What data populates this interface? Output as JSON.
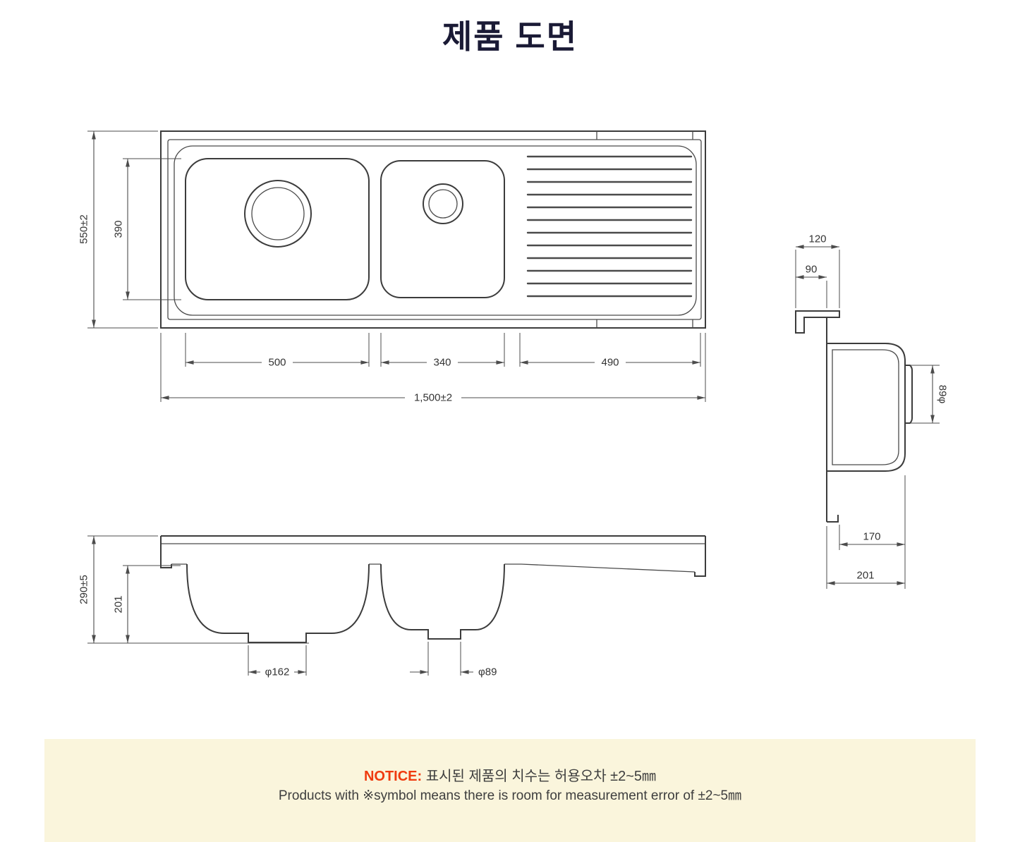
{
  "page": {
    "title": "제품 도면"
  },
  "colors": {
    "line": "#3c3c3c",
    "dim_line": "#4c4c4c",
    "title_text": "#1a1a35",
    "notice_background": "#faf5dc",
    "notice_label": "#ef3b0f",
    "notice_text": "#3e3e3e"
  },
  "views": {
    "top": {
      "label": "top-view",
      "dims": {
        "overall_width": "1,500±2",
        "overall_depth": "550±2",
        "bowl_depth_front_back": "390",
        "left_bowl_width": "500",
        "middle_bowl_width": "340",
        "drainboard_width": "490"
      }
    },
    "side": {
      "label": "side-section-view",
      "dims": {
        "rim_depth": "120",
        "backsplash_depth": "90",
        "drain_diameter": "89φ",
        "bowl_bottom_depth": "170",
        "overall_depth": "201"
      }
    },
    "front": {
      "label": "front-view",
      "dims": {
        "overall_height": "290±5",
        "bowl_height": "201",
        "left_drain_diameter": "φ162",
        "middle_drain_diameter": "φ89"
      }
    }
  },
  "notice": {
    "label": "NOTICE:",
    "text_ko": "표시된 제품의 치수는 허용오차  ±2~5㎜",
    "text_en": "Products with ※symbol means there is room for measurement error of  ±2~5㎜"
  }
}
